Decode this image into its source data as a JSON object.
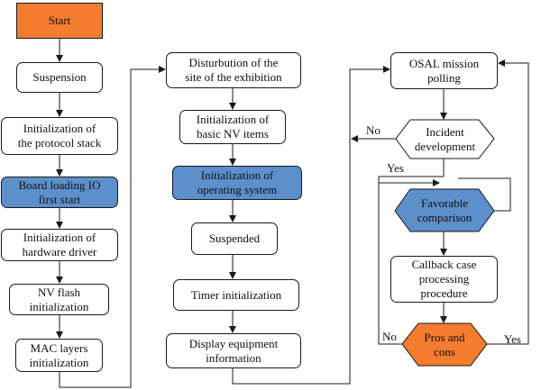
{
  "nodes": {
    "start": "Start",
    "suspension": "Suspension",
    "init_protocol_stack": "Initialization of\nthe protocol stack",
    "board_loading": "Board loading IO\nfirst start",
    "init_hw_driver": "Initialization of\nhardware driver",
    "nv_flash_init": "NV flash\ninitialization",
    "mac_layers_init": "MAC layers\ninitialization",
    "disturbution": "Disturbution of the\nsite of the exhibition",
    "init_basic_nv": "Initialization of\nbasic NV items",
    "init_os": "Initialization of\noperating system",
    "suspended": "Suspended",
    "timer_init": "Timer initialization",
    "display_equipment": "Display equipment\ninformation",
    "osal_polling": "OSAL mission\npolling",
    "incident_development": "Incident\ndevelopment",
    "favorable_comparison": "Favorable\ncomparison",
    "callback_procedure": "Callback case\nprocessing\nprocedure",
    "pros_and_cons": "Pros and\ncons"
  },
  "labels": {
    "no_incident": "No",
    "yes_incident": "Yes",
    "no_pros": "No",
    "yes_pros": "Yes"
  },
  "colors": {
    "start_fill": "#f37c2f",
    "highlight_blue": "#5d8fcb",
    "line": "#1a1a1a"
  }
}
